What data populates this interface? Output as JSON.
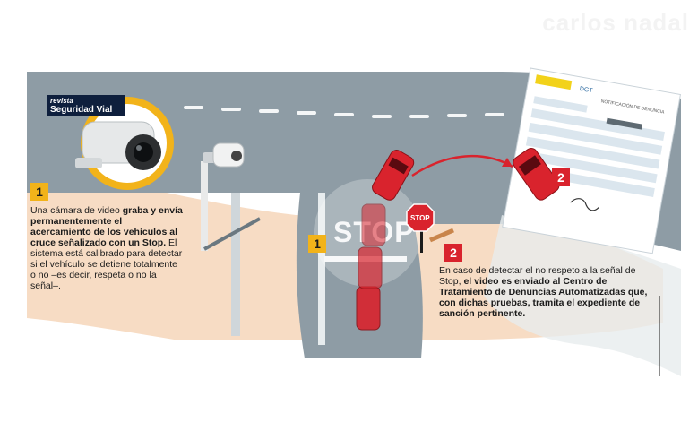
{
  "watermark": "carlos nadal",
  "logo": {
    "line1": "revista",
    "line2": "Seguridad Vial"
  },
  "sign_text": "STOP",
  "road_text": "STOP",
  "notice": {
    "brand": "DGT",
    "title": "NOTIFICACIÓN DE DENUNCIA"
  },
  "step1": {
    "badge": "1",
    "text": [
      {
        "t": "Una cámara de video ",
        "b": false
      },
      {
        "t": "graba y envía permanentemente el acercamiento de los vehículos al cruce señalizado con un Stop.",
        "b": true
      },
      {
        "t": " El sistema está calibrado para detectar si el vehículo se detiene totalmente o no –es decir, respeta o no la señal–.",
        "b": false
      }
    ]
  },
  "step2": {
    "badge": "2",
    "text": [
      {
        "t": "En caso de detectar el no respeto a la señal de Stop, ",
        "b": false
      },
      {
        "t": "el video es enviado al Centro de Tratamiento de Denuncias Automatizadas que, con dichas pruebas, tramita el expediente de sanción pertinente.",
        "b": true
      }
    ]
  },
  "scene_badges": {
    "one": "1",
    "two_left": "2",
    "two_right": "2"
  },
  "colors": {
    "road": "#8f9da6",
    "ground": "#f7dcc4",
    "camera_ring": "#f2b31a",
    "badge_red": "#d9232d",
    "badge_yellow": "#f2b31a",
    "car": "#d9232d"
  }
}
